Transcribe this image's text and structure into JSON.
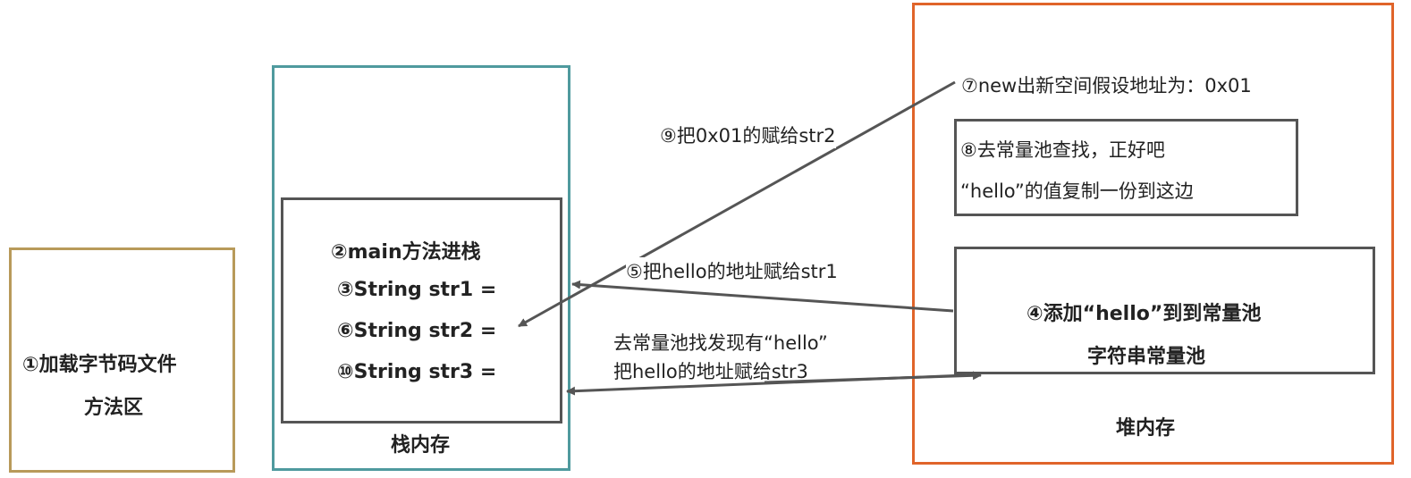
{
  "method_area": {
    "step1": "①加载字节码文件",
    "label": "方法区"
  },
  "stack_area": {
    "label": "栈内存",
    "main_frame": {
      "step2": "②main方法进栈",
      "step3": "③String str1 =",
      "step6": "⑥String str2 =",
      "step10": "⑩String str3 ="
    }
  },
  "heap_area": {
    "label": "堆内存",
    "step7": "⑦new出新空间假设地址为：0x01",
    "copy_box": {
      "line1": "⑧去常量池查找，正好吧",
      "line2": "“hello”的值复制一份到这边"
    },
    "pool_box": {
      "step4": "④添加“hello”到到常量池",
      "label": "字符串常量池"
    }
  },
  "arrow_labels": {
    "step9": "⑨把0x01的赋给str2",
    "step5": "⑤把hello的地址赋给str1",
    "str3_line1": "去常量池找发现有“hello”",
    "str3_line2": "把hello的地址赋给str3"
  },
  "colors": {
    "method_border": "#b89a5a",
    "stack_border": "#4f9a9e",
    "heap_border": "#e0642a",
    "box_border": "#555555",
    "arrow": "#555555"
  }
}
